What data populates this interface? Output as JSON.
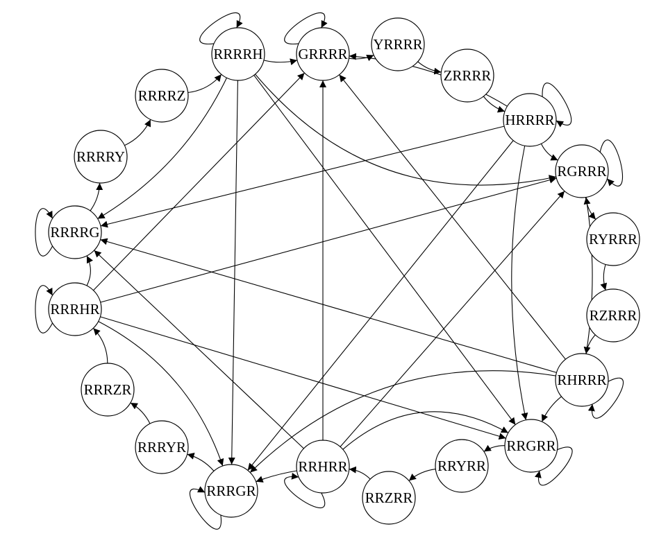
{
  "diagram": {
    "type": "directed-graph",
    "nodes": [
      {
        "id": "RRRRH",
        "label": "RRRRH"
      },
      {
        "id": "GRRRR",
        "label": "GRRRR"
      },
      {
        "id": "YRRRR",
        "label": "YRRRR"
      },
      {
        "id": "ZRRRR",
        "label": "ZRRRR"
      },
      {
        "id": "HRRRR",
        "label": "HRRRR"
      },
      {
        "id": "RGRRR",
        "label": "RGRRR"
      },
      {
        "id": "RYRRR",
        "label": "RYRRR"
      },
      {
        "id": "RZRRR",
        "label": "RZRRR"
      },
      {
        "id": "RHRRR",
        "label": "RHRRR"
      },
      {
        "id": "RRGRR",
        "label": "RRGRR"
      },
      {
        "id": "RRYRR",
        "label": "RRYRR"
      },
      {
        "id": "RRZRR",
        "label": "RRZRR"
      },
      {
        "id": "RRHRR",
        "label": "RRHRR"
      },
      {
        "id": "RRRGR",
        "label": "RRRGR"
      },
      {
        "id": "RRRYR",
        "label": "RRRYR"
      },
      {
        "id": "RRRZR",
        "label": "RRRZR"
      },
      {
        "id": "RRRHR",
        "label": "RRRHR"
      },
      {
        "id": "RRRRG",
        "label": "RRRRG"
      },
      {
        "id": "RRRRY",
        "label": "RRRRY"
      },
      {
        "id": "RRRRZ",
        "label": "RRRRZ"
      }
    ],
    "edges": [
      {
        "from": "RRRRH",
        "to": "RRRRH"
      },
      {
        "from": "GRRRR",
        "to": "GRRRR"
      },
      {
        "from": "HRRRR",
        "to": "HRRRR"
      },
      {
        "from": "RGRRR",
        "to": "RGRRR"
      },
      {
        "from": "RHRRR",
        "to": "RHRRR"
      },
      {
        "from": "RRGRR",
        "to": "RRGRR"
      },
      {
        "from": "RRHRR",
        "to": "RRHRR"
      },
      {
        "from": "RRRGR",
        "to": "RRRGR"
      },
      {
        "from": "RRRHR",
        "to": "RRRHR"
      },
      {
        "from": "RRRRG",
        "to": "RRRRG"
      },
      {
        "from": "RRRRH",
        "to": "GRRRR"
      },
      {
        "from": "GRRRR",
        "to": "YRRRR"
      },
      {
        "from": "YRRRR",
        "to": "ZRRRR"
      },
      {
        "from": "ZRRRR",
        "to": "HRRRR"
      },
      {
        "from": "HRRRR",
        "to": "RGRRR"
      },
      {
        "from": "RGRRR",
        "to": "RYRRR"
      },
      {
        "from": "RYRRR",
        "to": "RZRRR"
      },
      {
        "from": "RZRRR",
        "to": "RHRRR"
      },
      {
        "from": "RHRRR",
        "to": "RRGRR"
      },
      {
        "from": "RRGRR",
        "to": "RRYRR"
      },
      {
        "from": "RRYRR",
        "to": "RRZRR"
      },
      {
        "from": "RRZRR",
        "to": "RRHRR"
      },
      {
        "from": "RRHRR",
        "to": "RRRGR"
      },
      {
        "from": "RRRGR",
        "to": "RRRYR"
      },
      {
        "from": "RRRYR",
        "to": "RRRZR"
      },
      {
        "from": "RRRZR",
        "to": "RRRHR"
      },
      {
        "from": "RRRHR",
        "to": "RRRRG"
      },
      {
        "from": "RRRRG",
        "to": "RRRRY"
      },
      {
        "from": "RRRRY",
        "to": "RRRRZ"
      },
      {
        "from": "RRRRZ",
        "to": "RRRRH"
      },
      {
        "from": "HRRRR",
        "to": "GRRRR"
      },
      {
        "from": "HRRRR",
        "to": "RRRRG"
      },
      {
        "from": "HRRRR",
        "to": "RRGRR"
      },
      {
        "from": "HRRRR",
        "to": "RRRGR"
      },
      {
        "from": "RRRRH",
        "to": "RRRRG"
      },
      {
        "from": "RRRRH",
        "to": "RGRRR"
      },
      {
        "from": "RRRRH",
        "to": "RRGRR"
      },
      {
        "from": "RRRRH",
        "to": "RRRGR"
      },
      {
        "from": "RHRRR",
        "to": "GRRRR"
      },
      {
        "from": "RHRRR",
        "to": "RGRRR"
      },
      {
        "from": "RHRRR",
        "to": "RRRRG"
      },
      {
        "from": "RHRRR",
        "to": "RRRGR"
      },
      {
        "from": "RRHRR",
        "to": "GRRRR"
      },
      {
        "from": "RRHRR",
        "to": "RGRRR"
      },
      {
        "from": "RRHRR",
        "to": "RRGRR"
      },
      {
        "from": "RRHRR",
        "to": "RRRRG"
      },
      {
        "from": "RRRHR",
        "to": "GRRRR"
      },
      {
        "from": "RRRHR",
        "to": "RGRRR"
      },
      {
        "from": "RRRHR",
        "to": "RRGRR"
      },
      {
        "from": "RRRHR",
        "to": "RRRGR"
      }
    ]
  }
}
